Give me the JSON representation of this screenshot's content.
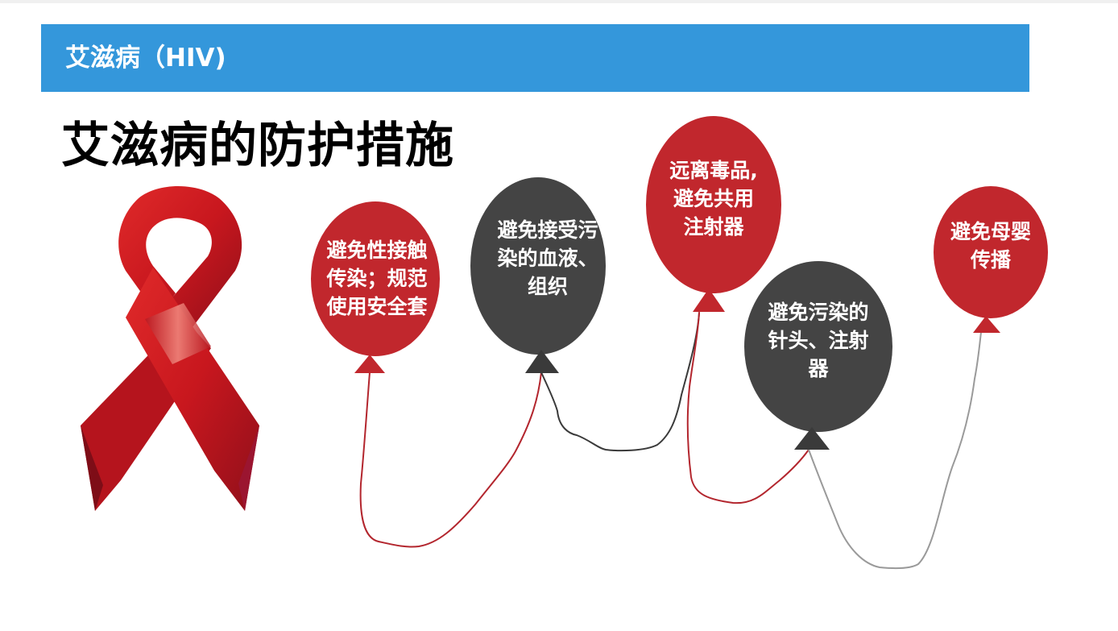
{
  "header": {
    "title": "艾滋病（HIV)"
  },
  "page_title": "艾滋病的防护措施",
  "colors": {
    "header_blue": "#3497db",
    "balloon_red": "#c1272d",
    "balloon_dark": "#424242",
    "ribbon_red": "#c8171e"
  },
  "balloons": [
    {
      "color": "red",
      "lines": [
        "避免性接触",
        "传染；规范",
        "使用安全套"
      ]
    },
    {
      "color": "dark",
      "lines": [
        "避免接受污",
        "染的血液、",
        "组织"
      ]
    },
    {
      "color": "red",
      "lines": [
        "远离毒品,",
        "避免共用",
        "注射器"
      ]
    },
    {
      "color": "dark",
      "lines": [
        "避免污染的",
        "针头、注射",
        "器"
      ]
    },
    {
      "color": "red",
      "lines": [
        "避免母婴",
        "传播"
      ]
    }
  ]
}
